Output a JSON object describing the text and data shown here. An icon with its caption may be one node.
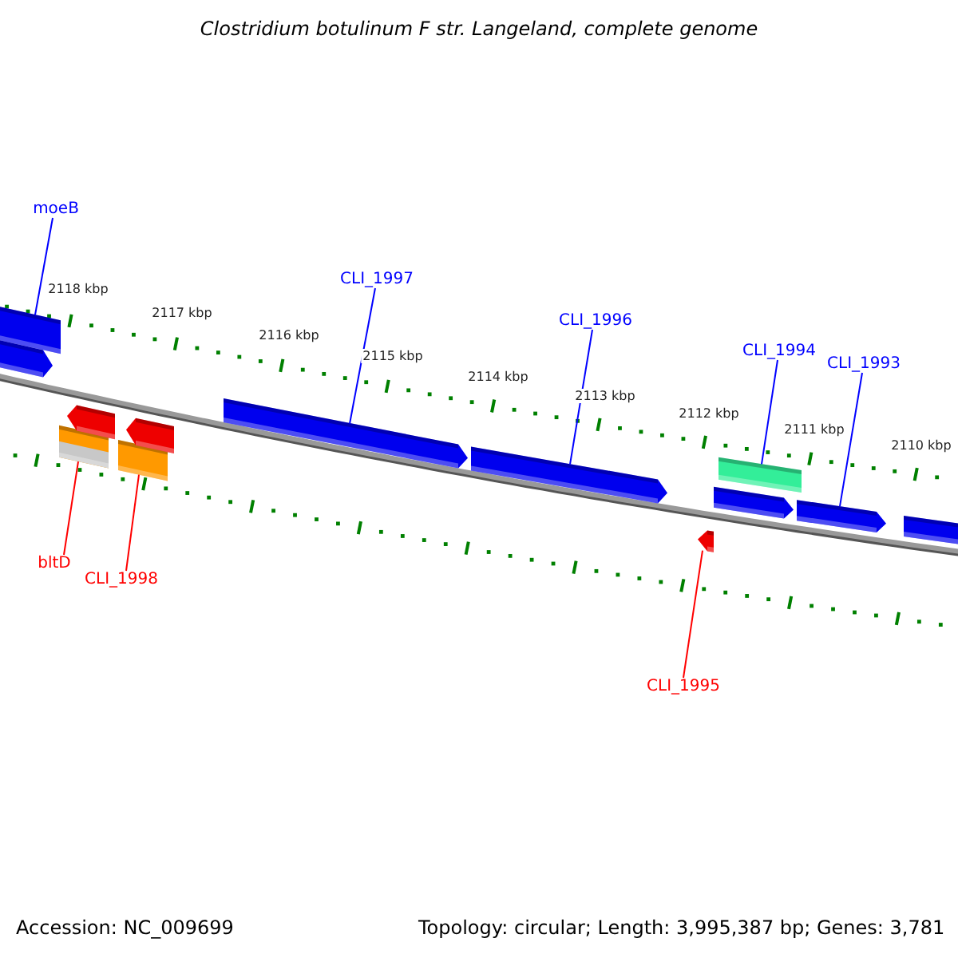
{
  "diagram": {
    "title": "Clostridium botulinum F str. Langeland, complete genome",
    "nodes": [
      {
        "text": [
          "moeB"
        ]
      },
      {
        "text": [
          "CLI_1997"
        ]
      },
      {
        "text": [
          "CLI_1996"
        ]
      },
      {
        "text": [
          "CLI_1994"
        ]
      },
      {
        "text": [
          "CLI_1993"
        ]
      },
      {
        "text": [
          "bltD"
        ]
      },
      {
        "text": [
          "CLI_1998"
        ]
      },
      {
        "text": [
          "CLI_1995"
        ]
      },
      {
        "text": [],
        "shape": "bar"
      },
      {
        "text": [],
        "shape": "arrow"
      },
      {
        "text": [],
        "shape": "bar"
      },
      {
        "text": [],
        "shape": "arrow"
      },
      {
        "text": [],
        "shape": "bar"
      },
      {
        "text": [],
        "shape": "arrow"
      },
      {
        "text": [],
        "shape": "arrow"
      },
      {
        "text": [],
        "shape": "arrow"
      },
      {
        "text": [],
        "shape": "arrow"
      },
      {
        "text": [],
        "shape": "arrow"
      },
      {
        "text": [],
        "shape": "bar"
      },
      {
        "text": [],
        "shape": "arrow"
      },
      {
        "text": [],
        "shape": "bar"
      }
    ],
    "edges": [
      {
        "from": 0,
        "to": 8,
        "arrow": "none"
      },
      {
        "from": 1,
        "to": 14,
        "arrow": "none"
      },
      {
        "from": 2,
        "to": 15,
        "arrow": "none"
      },
      {
        "from": 3,
        "to": 18,
        "arrow": "none"
      },
      {
        "from": 4,
        "to": 19,
        "arrow": "none"
      },
      {
        "from": 5,
        "to": 10,
        "arrow": "none",
        "color": "#ff0000"
      },
      {
        "from": 6,
        "to": 12,
        "arrow": "none",
        "color": "#ff0000"
      },
      {
        "from": 7,
        "to": 16,
        "arrow": "none",
        "color": "#ff0000"
      }
    ],
    "labels": [
      "2118 kbp",
      "2117 kbp",
      "2116 kbp",
      "2115 kbp",
      "2114 kbp",
      "2113 kbp",
      "2112 kbp",
      "2111 kbp",
      "2110 kbp",
      "Accession: NC_009699",
      "Topology: circular; Length: 3,995,387 bp; Genes: 3,781"
    ]
  }
}
